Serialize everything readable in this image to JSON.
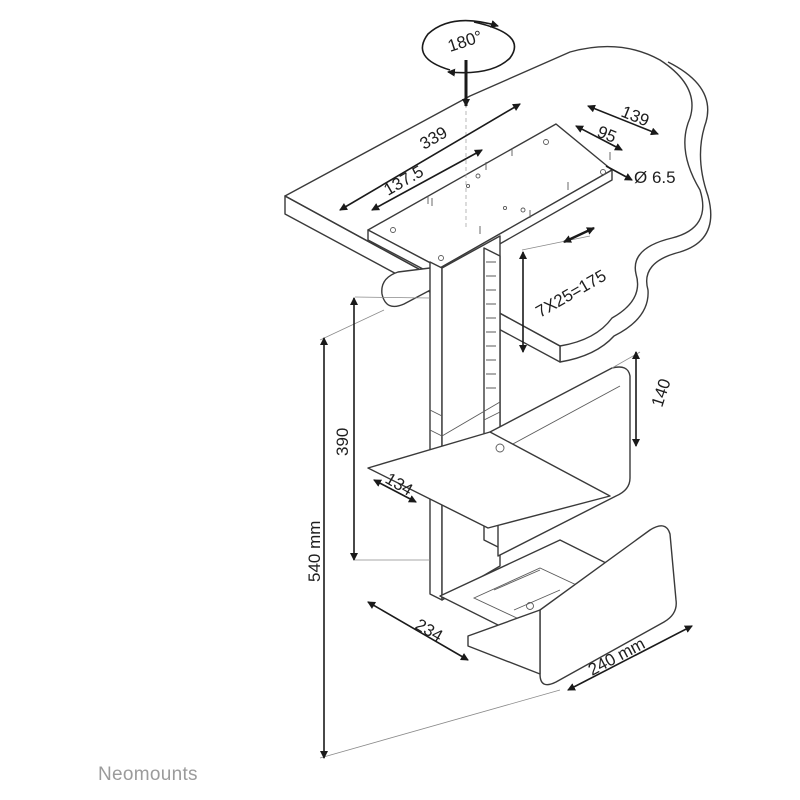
{
  "diagram": {
    "rotation_label": "180°",
    "dimensions": {
      "plate_length": "339",
      "plate_width": "139",
      "hole_spacing": "95",
      "hole_offset": "137.5",
      "hole_diameter": "Ø 6.5",
      "height_steps": "7X25=175",
      "clamp_height": "140",
      "column_height": "390",
      "depth_small": "134",
      "total_height": "540 mm",
      "base_depth": "234",
      "base_width": "240 mm"
    }
  },
  "brand": {
    "name": "Neomounts"
  },
  "colors": {
    "line": "#3a3a3a",
    "dimension": "#1a1a1a",
    "brand": "#9b9b9b"
  }
}
